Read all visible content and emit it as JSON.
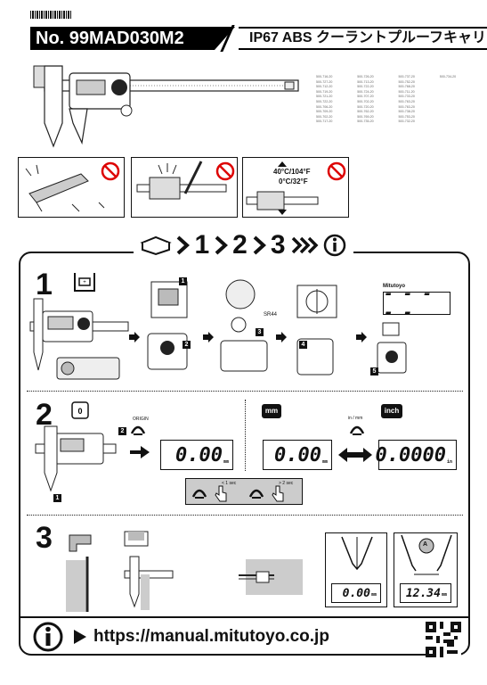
{
  "header": {
    "model_label": "No. 99MAD030M2",
    "subtitle": "IP67 ABS クーラントプルーフキャリ"
  },
  "model_codes": [
    "500-716-20",
    "500-726-20",
    "500-737-20",
    "500-734-20",
    "500-727-20",
    "500-713-20",
    "500-752-20",
    "",
    "500-712-20",
    "500-722-20",
    "500-768-20",
    "",
    "500-719-20",
    "500-724-20",
    "500-711-20",
    "",
    "500-721-20",
    "500-707-20",
    "500-733-20",
    "",
    "500-722-20",
    "500-702-20",
    "500-763-20",
    "",
    "500-706-20",
    "500-720-20",
    "500-763-20",
    "",
    "500-709-20",
    "500-762-20",
    "500-738-20",
    "",
    "500-702-20",
    "500-769-20",
    "500-753-20",
    "",
    "500-717-20",
    "500-735-20",
    "500-732-20",
    ""
  ],
  "warnings": {
    "temp_high": "40°C/104°F",
    "temp_low": "0°C/32°F"
  },
  "steps_header": {
    "s1": "1",
    "s2": "2",
    "s3": "3"
  },
  "step1": {
    "num": "1",
    "battery_label": "SR44",
    "brand": "Mitutoyo",
    "dashes": "- - - - -",
    "labels": [
      "1",
      "2",
      "3",
      "4",
      "5"
    ]
  },
  "step2": {
    "num": "2",
    "origin_label": "ORIGIN",
    "origin_num": "2",
    "zero_reading": "0.00",
    "zero_unit": "mm",
    "mm_badge": "mm",
    "inch_badge": "inch",
    "toggle_label": "in / mm",
    "mm_reading": "0.00",
    "mm_unit": "mm",
    "inch_reading": "0.0000",
    "inch_unit": "in",
    "short_press": "< 1 sec",
    "long_press": "> 2 sec",
    "jaw_num": "1"
  },
  "step3": {
    "num": "3",
    "lcd_zero": "0.00",
    "lcd_zero_unit": "mm",
    "lcd_value": "12.34",
    "lcd_value_unit": "mm",
    "circle_label": "A"
  },
  "footer": {
    "url": "https://manual.mitutoyo.co.jp"
  }
}
